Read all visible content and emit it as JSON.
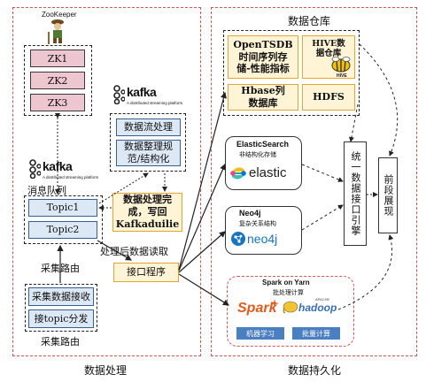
{
  "left_panel": {
    "footer": "数据处理",
    "zookeeper": {
      "title": "ZooKeeper",
      "nodes": [
        "ZK1",
        "ZK2",
        "ZK3"
      ]
    },
    "kafka_top": {
      "wordmark": "kafka",
      "tagline": "A distributed streaming platform"
    },
    "kafka_left": {
      "wordmark": "kafka",
      "tagline": "A distributed streaming platform"
    },
    "stream_boxes": [
      "数据流处理",
      "数据整理规范/结构化"
    ],
    "queue_label": "消息队列",
    "topics": [
      "Topic1",
      "Topic2"
    ],
    "writeback": "数据处理完成，写回Kafkaduilie",
    "read_label": "处理后数据读取",
    "interface": "接口程序",
    "route_label_top": "采集路由",
    "collect_boxes": [
      "采集数据接收",
      "接topic分发"
    ],
    "route_label_bottom": "采集路由"
  },
  "right_panel": {
    "title": "数据仓库",
    "footer": "数据持久化",
    "warehouse": {
      "opentsdb": "OpenTSDB时间序列存储-性能指标",
      "hive_title": "HIVE数据仓库",
      "hive_logo": "HIVE",
      "hbase": "Hbase列数据库",
      "hdfs": "HDFS"
    },
    "elastic": {
      "title": "ElasticSearch",
      "subtitle": "非结构化存储",
      "logo": "elastic"
    },
    "neo4j": {
      "title": "Neo4j",
      "subtitle": "复杂关系结构",
      "logo": "neo4j"
    },
    "unified": "统一数据接口引擎",
    "frontend": "前段展现",
    "spark": {
      "title": "Spark on Yarn",
      "subtitle": "批处理计算",
      "spark_logo": "Spark",
      "hadoop_logo": "hadoop",
      "hadoop_small": "APACHE",
      "buttons": [
        "机器学习",
        "批量计算"
      ]
    }
  },
  "colors": {
    "panel_border": "#e05050",
    "blue_fill": "#dde8f5",
    "pink_fill": "#eec6cf",
    "yellow_fill": "#fff4d6",
    "elastic_teal": "#1ba9a1",
    "neo4j_blue": "#1a74bd",
    "spark_blue": "#4a7fc1",
    "spark_orange": "#e25a1c"
  }
}
